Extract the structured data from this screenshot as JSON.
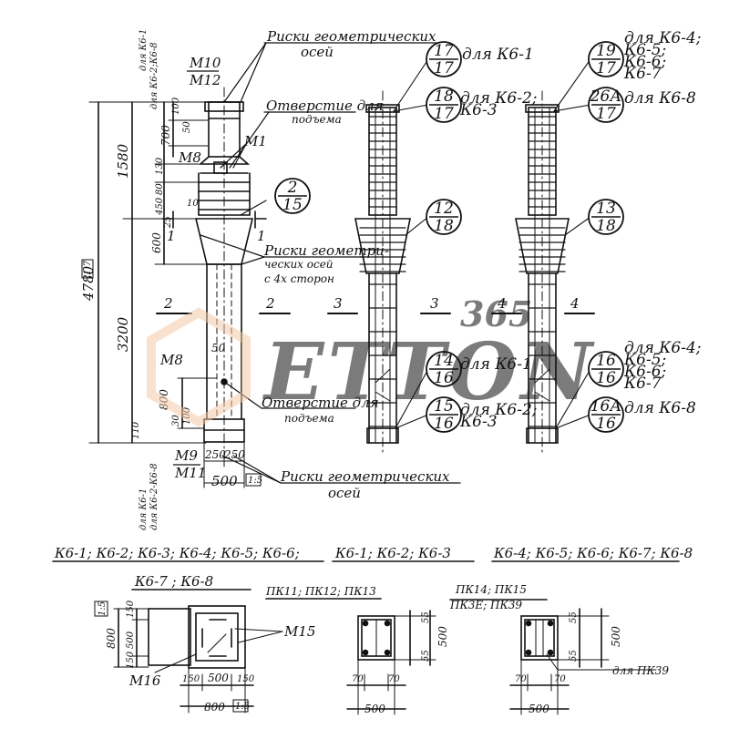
{
  "watermark": {
    "brand": "ETTON",
    "digits": "365",
    "color_accent": "#f0a060",
    "color_brand": "#d9d9d9"
  },
  "left_column": {
    "top_marks": {
      "m10": "M10",
      "m12": "M12",
      "m8": "M8",
      "m1": "M1"
    },
    "vertical_notes": {
      "for_k61": "для К6-1",
      "for_k62": "для К6-2;К6-8",
      "for_k62_bottom": "для К6-2-К6-8",
      "for_k61_bottom": "для К6-1"
    },
    "dims": {
      "total": "4780",
      "upper": "1580",
      "lower": "3200",
      "d700": "700",
      "d100": "100",
      "d50": "50",
      "d130": "130",
      "d80": "80",
      "d450": "450",
      "d600": "600",
      "d10": "10",
      "d25": "25",
      "d800": "800",
      "d30": "30",
      "d100b": "100",
      "d50b": "50",
      "d110": "110",
      "d250a": "250",
      "d250b": "250",
      "d500": "500"
    },
    "scale_mark": "1:7",
    "section_mark": "1",
    "mid_marks": {
      "m8": "M8",
      "m9": "M9",
      "m11": "M11"
    },
    "label_risks_top": [
      "Риски геометрических",
      "осей"
    ],
    "label_lift_top": [
      "Отверстие для",
      "подъема"
    ],
    "label_risks_mid": [
      "Риски геометри-",
      "ческих осей",
      "с 4х сторон"
    ],
    "label_lift_bottom": [
      "Отверстие для",
      "подъема"
    ],
    "label_risks_bottom": [
      "Риски геометрических",
      "осей"
    ],
    "scale_mark_bottom": "1:5",
    "section_labels": [
      "2",
      "2",
      "3",
      "3",
      "4",
      "4"
    ]
  },
  "callouts": [
    {
      "top": "2",
      "bottom": "15",
      "note": ""
    },
    {
      "top": "17",
      "bottom": "17",
      "note": "для К6-1"
    },
    {
      "top": "18",
      "bottom": "17",
      "note": "для К6-2; К6-3"
    },
    {
      "top": "12",
      "bottom": "18",
      "note": ""
    },
    {
      "top": "14",
      "bottom": "16",
      "note": "для К6-1"
    },
    {
      "top": "15",
      "bottom": "16",
      "note": "для К6-2; К6-3"
    },
    {
      "top": "19",
      "bottom": "17",
      "note": "для К6-4; К6-5; К6-6; К6-7"
    },
    {
      "top": "26А",
      "bottom": "17",
      "note": "для К6-8"
    },
    {
      "top": "13",
      "bottom": "18",
      "note": ""
    },
    {
      "top": "16",
      "bottom": "16",
      "note": "для К6-4; К6-5; К6-6; К6-7"
    },
    {
      "top": "16А",
      "bottom": "16",
      "note": "для К6-8"
    }
  ],
  "bottom_row": {
    "header_1": "К6-1; К6-2; К6-3; К6-4; К6-5; К6-6;",
    "header_2": "К6-1; К6-2; К6-3",
    "header_3": "К6-4; К6-5; К6-6; К6-7; К6-8",
    "sub_1": "К6-7 ; К6-8",
    "sub_2": "ПК11; ПК12; ПК13",
    "sub_3a": "ПК14; ПК15",
    "sub_3b": "ПК3Е; ПК39",
    "m15": "M15",
    "m16": "M16",
    "for_pk39": "для ПК39",
    "dims_1": {
      "d800v": "800",
      "d150a": "150",
      "d500v": "500",
      "d150b": "150",
      "d150h": "150",
      "d500h": "500",
      "d150h2": "150",
      "d800h": "800",
      "scale": "1:5",
      "scale2": "1:5"
    },
    "dims_2": {
      "d55a": "55",
      "d500": "500",
      "d55b": "55",
      "d70a": "70",
      "d70b": "70",
      "d500h": "500"
    },
    "dims_3": {
      "d55a": "55",
      "d500": "500",
      "d55b": "55",
      "d70a": "70",
      "d70b": "70",
      "d500h": "500"
    }
  }
}
